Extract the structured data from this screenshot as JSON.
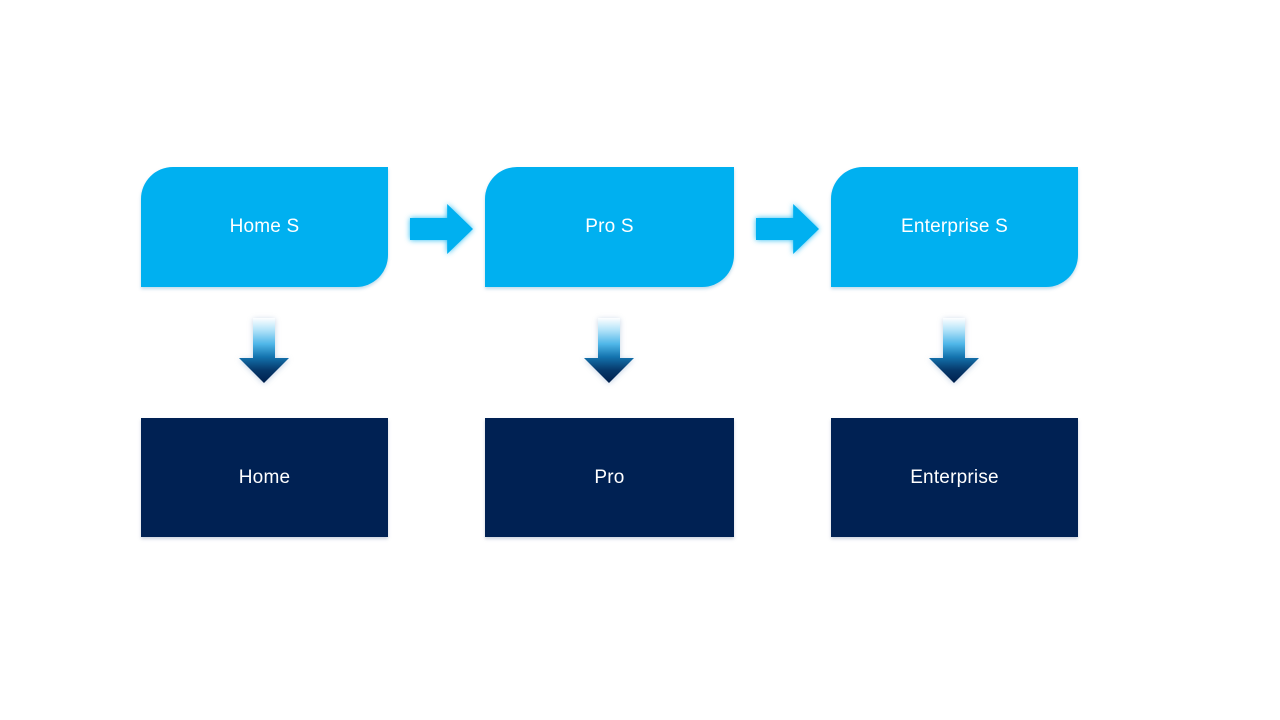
{
  "colors": {
    "light_blue": "#00B0F0",
    "dark_navy": "#002153",
    "label_text": "#FFFFFF",
    "background": "#FFFFFF"
  },
  "diagram": {
    "top_row": [
      {
        "label": "Home S"
      },
      {
        "label": "Pro S"
      },
      {
        "label": "Enterprise S"
      }
    ],
    "bottom_row": [
      {
        "label": "Home"
      },
      {
        "label": "Pro"
      },
      {
        "label": "Enterprise"
      }
    ],
    "icons": {
      "right_arrow": "→",
      "down_arrow": "↓"
    }
  }
}
